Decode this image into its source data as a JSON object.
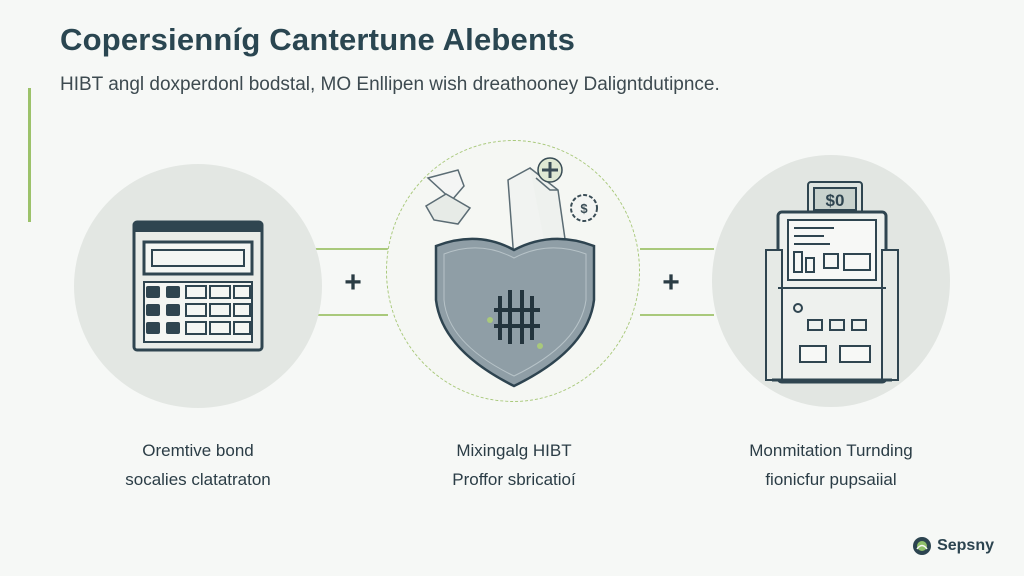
{
  "header": {
    "title": "Copersienníg Cantertune Alebents",
    "subtitle": "HIBT angl doxperdonl bodstal, MO Enllipen wish dreathooney Daligntdutipnce."
  },
  "steps": [
    {
      "line1": "Oremtive bond",
      "line2": "socalies clatatraton",
      "icon": "calculator-icon"
    },
    {
      "line1": "Mixingalg HIBT",
      "line2": "Proffor sbricatioí",
      "icon": "shield-icon"
    },
    {
      "line1": "Monmitation Turnding",
      "line2": "fionicfur pupsaiial",
      "icon": "kiosk-machine-icon"
    }
  ],
  "operators": [
    "+",
    "+"
  ],
  "kiosk": {
    "sign": "$0"
  },
  "brand": {
    "name": "Sepsny"
  },
  "colors": {
    "accent": "#9cc26a",
    "ink": "#2a4651",
    "shield": "#8e9da6"
  }
}
